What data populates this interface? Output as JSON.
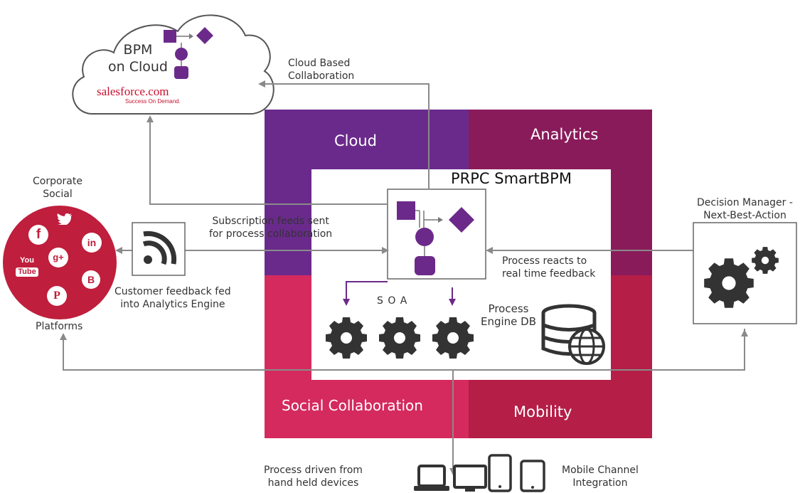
{
  "center": {
    "title": "PRPC SmartBPM",
    "soa_label": "S O A",
    "db_label": "Process\nEngine DB"
  },
  "quadrants": {
    "cloud": "Cloud",
    "analytics": "Analytics",
    "social": "Social Collaboration",
    "mobility": "Mobility"
  },
  "cloud_node": {
    "title": "BPM\non Cloud",
    "brand": "salesforce.com",
    "brand_tagline": "Success On Demand."
  },
  "social_node": {
    "top_label": "Corporate\nSocial",
    "bottom_label": "Platforms",
    "icons": [
      "facebook-icon",
      "twitter-icon",
      "linkedin-icon",
      "googleplus-icon",
      "youtube-icon",
      "blogger-icon",
      "pinterest-icon"
    ],
    "youtube_text": [
      "You",
      "Tube"
    ],
    "gplus_text": "g+",
    "linkedin_text": "in",
    "facebook_text": "f",
    "blogger_text": "B",
    "pinterest_text": "P"
  },
  "decision_node": {
    "label": "Decision Manager -\nNext-Best-Action"
  },
  "flows": {
    "cloud_collab": "Cloud Based\nCollaboration",
    "subscription": "Subscription feeds sent\nfor process collaboration",
    "customer_feedback": "Customer feedback fed\ninto Analytics Engine",
    "process_reacts": "Process reacts to\nreal time feedback",
    "handheld": "Process driven from\nhand held devices",
    "mobile_channel": "Mobile Channel\nIntegration"
  },
  "colors": {
    "cloud": "#6a2a8c",
    "analytics": "#8a1b5b",
    "social": "#d42a5e",
    "mobility": "#b41e47",
    "social_circle": "#bf1e3c",
    "icon_purple": "#6b2a8a",
    "gear_dark": "#333333",
    "arrow_grey": "#8a8a8a"
  }
}
